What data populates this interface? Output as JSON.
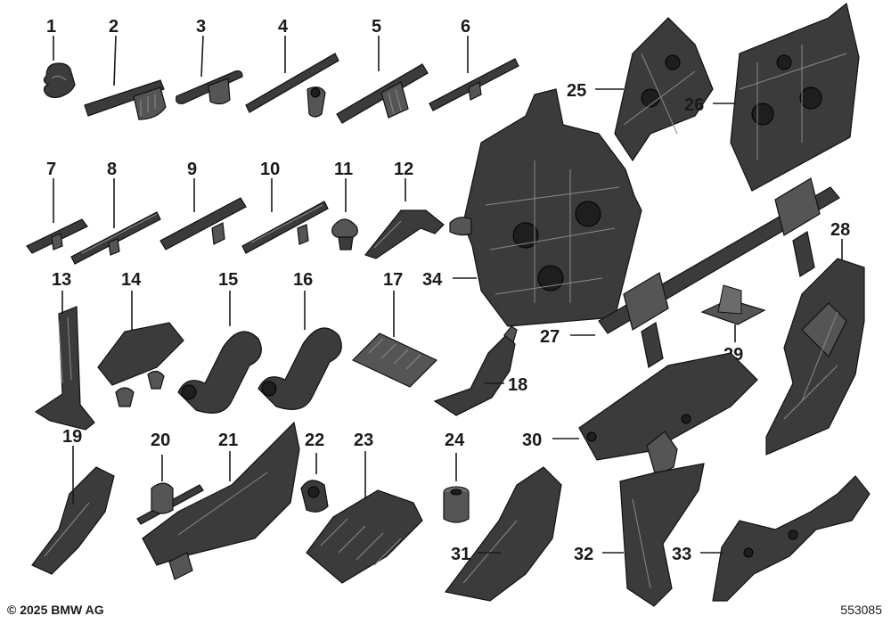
{
  "labels": {
    "p1": "1",
    "p2": "2",
    "p3": "3",
    "p4": "4",
    "p5": "5",
    "p6": "6",
    "p7": "7",
    "p8": "8",
    "p9": "9",
    "p10": "10",
    "p11": "11",
    "p12": "12",
    "p13": "13",
    "p14": "14",
    "p15": "15",
    "p16": "16",
    "p17": "17",
    "p18": "18",
    "p19": "19",
    "p20": "20",
    "p21": "21",
    "p22": "22",
    "p23": "23",
    "p24": "24",
    "p25": "25",
    "p26": "26",
    "p27": "27",
    "p28": "28",
    "p29": "29",
    "p30": "30",
    "p31": "31",
    "p32": "32",
    "p33": "33",
    "p34": "34"
  },
  "footer": {
    "copyright": "© 2025 BMW AG",
    "diagram_id": "553085"
  },
  "colors": {
    "part_fill": "#3b3b3b",
    "part_outline": "#111111",
    "text": "#1a1a1a",
    "background": "#ffffff"
  }
}
